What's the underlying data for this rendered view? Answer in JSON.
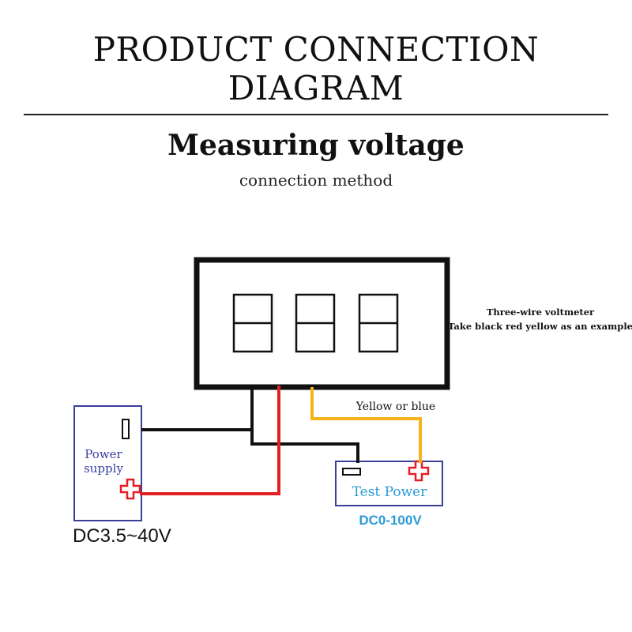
{
  "header": {
    "title": "PRODUCT CONNECTION DIAGRAM",
    "subtitle": "Measuring voltage",
    "method": "connection method"
  },
  "voltmeter": {
    "note_line1": "Three-wire voltmeter",
    "note_line2": "(Take black red yellow as an example)",
    "digits": 3
  },
  "wires": {
    "signal_label": "Yellow or blue",
    "colors": {
      "black": "#111111",
      "red": "#e31e24",
      "yellow": "#f5b21a"
    }
  },
  "power_supply": {
    "label_line1": "Power",
    "label_line2": "supply",
    "minus_symbol": "▯",
    "plus_symbol": "+",
    "range": "DC3.5~40V"
  },
  "test_power": {
    "label": "Test Power",
    "minus_symbol": "▭",
    "plus_symbol": "+",
    "range": "DC0-100V"
  },
  "colors": {
    "box_border": "#3a3f9a",
    "box_text": "#3a3fa0",
    "test_text": "#2b9ad6",
    "plus": "#e31e24"
  }
}
